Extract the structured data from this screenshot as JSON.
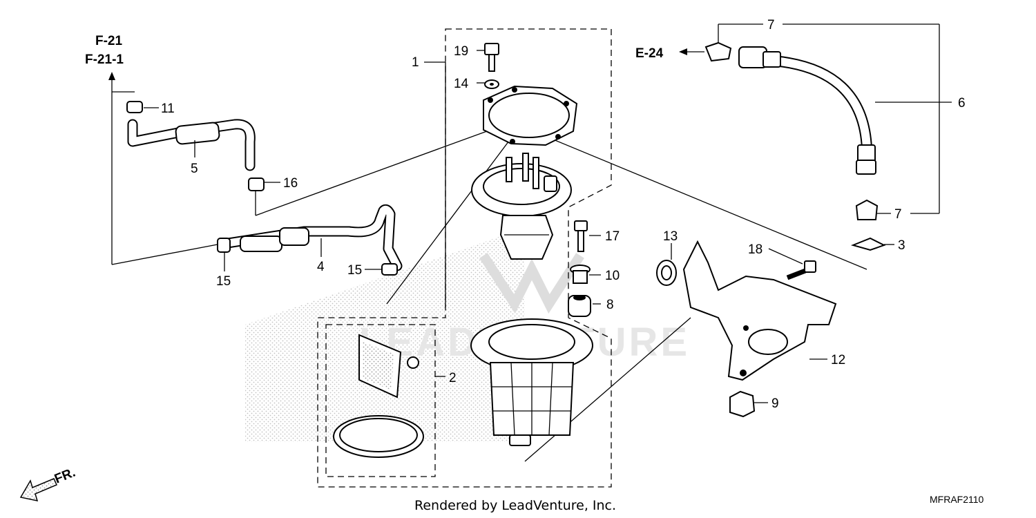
{
  "refs": {
    "f21": "F-21",
    "f21_1": "F-21-1",
    "e24": "E-24",
    "front": "FR."
  },
  "callouts": {
    "p1": "1",
    "p2": "2",
    "p3": "3",
    "p4": "4",
    "p5": "5",
    "p6": "6",
    "p7a": "7",
    "p7b": "7",
    "p8": "8",
    "p9": "9",
    "p10": "10",
    "p11": "11",
    "p12": "12",
    "p13": "13",
    "p14": "14",
    "p15a": "15",
    "p15b": "15",
    "p16": "16",
    "p17": "17",
    "p18": "18",
    "p19": "19"
  },
  "watermark": "LEADVENTURE",
  "footer": "Rendered by LeadVenture, Inc.",
  "diagram_code": "MFRAF2110"
}
